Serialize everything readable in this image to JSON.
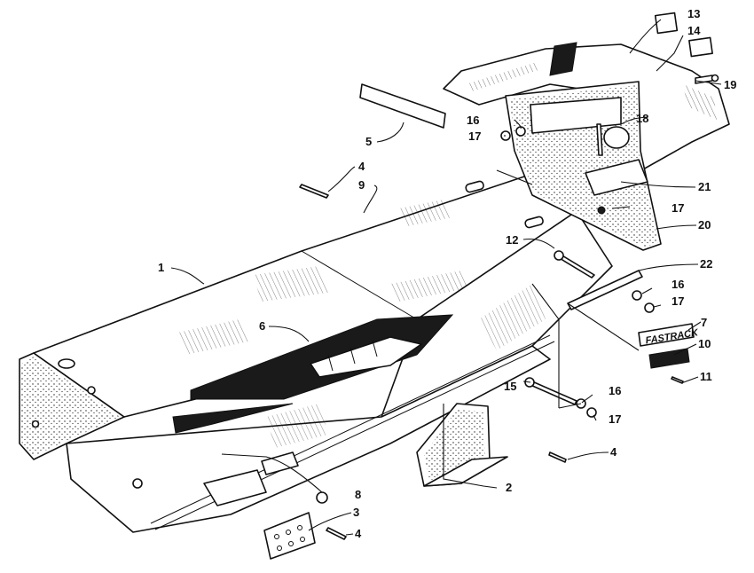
{
  "diagram": {
    "callouts": [
      {
        "id": "1",
        "label": "1"
      },
      {
        "id": "2",
        "label": "2"
      },
      {
        "id": "3",
        "label": "3"
      },
      {
        "id": "4a",
        "label": "4"
      },
      {
        "id": "4b",
        "label": "4"
      },
      {
        "id": "4c",
        "label": "4"
      },
      {
        "id": "5",
        "label": "5"
      },
      {
        "id": "6",
        "label": "6"
      },
      {
        "id": "7",
        "label": "7"
      },
      {
        "id": "8",
        "label": "8"
      },
      {
        "id": "9",
        "label": "9"
      },
      {
        "id": "10",
        "label": "10"
      },
      {
        "id": "11",
        "label": "11"
      },
      {
        "id": "12",
        "label": "12"
      },
      {
        "id": "13",
        "label": "13"
      },
      {
        "id": "14",
        "label": "14"
      },
      {
        "id": "15",
        "label": "15"
      },
      {
        "id": "16a",
        "label": "16"
      },
      {
        "id": "16b",
        "label": "16"
      },
      {
        "id": "16c",
        "label": "16"
      },
      {
        "id": "17a",
        "label": "17"
      },
      {
        "id": "17b",
        "label": "17"
      },
      {
        "id": "17c",
        "label": "17"
      },
      {
        "id": "17d",
        "label": "17"
      },
      {
        "id": "18",
        "label": "18"
      },
      {
        "id": "19",
        "label": "19"
      },
      {
        "id": "20",
        "label": "20"
      },
      {
        "id": "21",
        "label": "21"
      },
      {
        "id": "22",
        "label": "22"
      }
    ],
    "badge": {
      "text": "FASTRACK"
    }
  }
}
